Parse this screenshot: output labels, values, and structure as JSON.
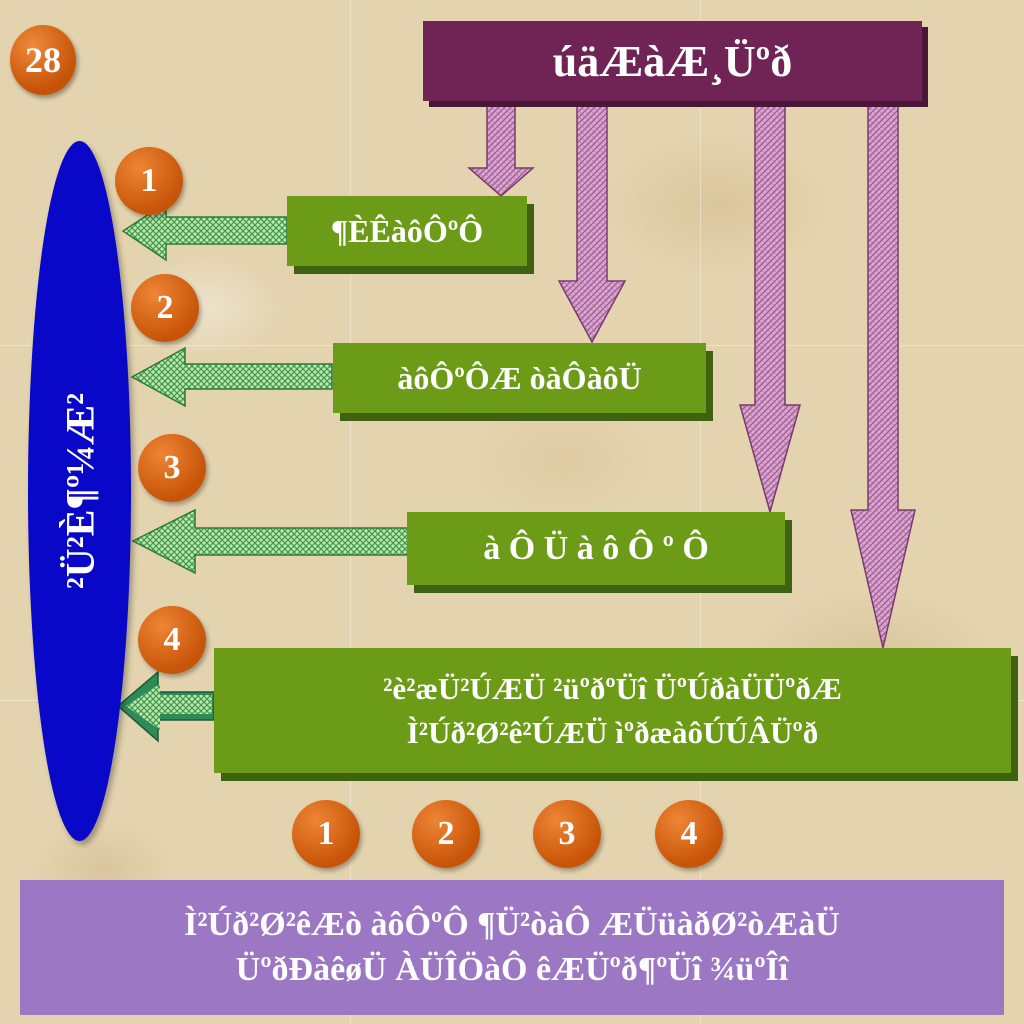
{
  "slide_number": "28",
  "title": "úäÆàÆ¸Üºð",
  "ellipse_label": "²Ü²È¶º¼Æ²",
  "boxes": [
    {
      "number": "1",
      "label": "¶ÈÊàôÔºÔ"
    },
    {
      "number": "2",
      "label": "àôÔºÔÆ òàÔàôÜ"
    },
    {
      "number": "3",
      "label": "à Ô Ü à ô Ô º Ô"
    },
    {
      "number": "4",
      "label_line1": "²è²æÜ²ÚÆÜ ²üºðºÜî ÜºÚðàÜÜºðÆ",
      "label_line2": "Ì²Úð²Ø²ê²ÚÆÜ ìºðæàôÚÚÂÜºð"
    }
  ],
  "bottom_numbers": [
    "1",
    "2",
    "3",
    "4"
  ],
  "footer": {
    "line1": "Ì²Úð²Ø²êÆò àôÔºÔ ¶Ü²òàÔ ÆÜüàðØ²òÆàÜ",
    "line2": "ÜºðÐàêøÜ ÀÜÎÖàÔ êÆÜºð¶ºÜî ¾üºÎî"
  },
  "colors": {
    "title_bg": "#6f2455",
    "green_box": "#6b9b17",
    "ellipse": "#0a08c8",
    "footer_bg": "#9c77c4",
    "number_circle": "#c75408",
    "down_arrow": "#c891c0",
    "left_arrow": "#5fb85f"
  }
}
